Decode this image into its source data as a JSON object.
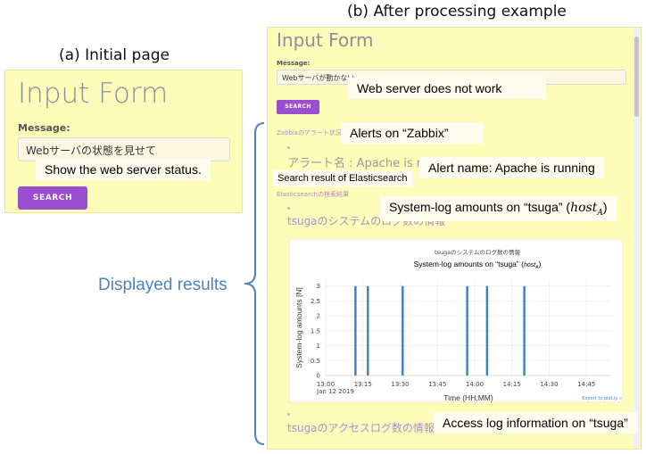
{
  "captions": {
    "initial": "(a) Initial page",
    "after": "(b) After processing example",
    "displayed_results": "Displayed results"
  },
  "initial_page": {
    "title": "Input Form",
    "message_label": "Message:",
    "message_value": "Webサーバの状態を見せて",
    "translation": "Show the web server status.",
    "search_button": "SEARCH"
  },
  "after_page": {
    "title": "Input Form",
    "message_label": "Message:",
    "message_value": "Webサーバが動かない",
    "search_button": "SEARCH",
    "zabbix_heading": "Zabbixのアラート状況",
    "alert_name": "アラート名 : Apache is not running",
    "es_heading": "Elasticsearchの検索結果",
    "syslog_title": "tsugaのシステムのログ数の情報",
    "access_title": "tsugaのアクセスログ数の情報",
    "export_link": "Export to plot.ly »"
  },
  "annotations": {
    "web_server": "Web server does not work",
    "zabbix": "Alerts on “Zabbix”",
    "alert_name": "Alert name: Apache is running",
    "es_result": "Search result of Elasticsearch",
    "syslog": "System-log amounts on “tsuga” (",
    "host": "host",
    "host_sub": "A",
    "close_paren": ")",
    "access": "Access log information on “tsuga”"
  },
  "chart_data": {
    "type": "bar",
    "title": "tsugaのシステムのログ数の情報",
    "subtitle": "System-log amounts on “tsuga” (",
    "subtitle_host": "host",
    "subtitle_sub": "A",
    "subtitle_close": ")",
    "xlabel": "Time (HH:MM)",
    "ylabel": "System-log amounts [N]",
    "x_ticks": [
      "13:00",
      "13:15",
      "13:30",
      "13:45",
      "14:00",
      "14:15",
      "14:30",
      "14:45"
    ],
    "x_date": "Jan 12 2019",
    "y_ticks": [
      0,
      0.5,
      1,
      1.5,
      2,
      2.5,
      3
    ],
    "xlim_minutes": [
      0,
      115
    ],
    "ylim": [
      0,
      3.2
    ],
    "x_minutes": [
      12,
      17,
      31,
      57,
      65,
      80
    ],
    "values": [
      3,
      3,
      3,
      3,
      3,
      3
    ],
    "bar_color": "#3d7fbf",
    "grid": true
  }
}
